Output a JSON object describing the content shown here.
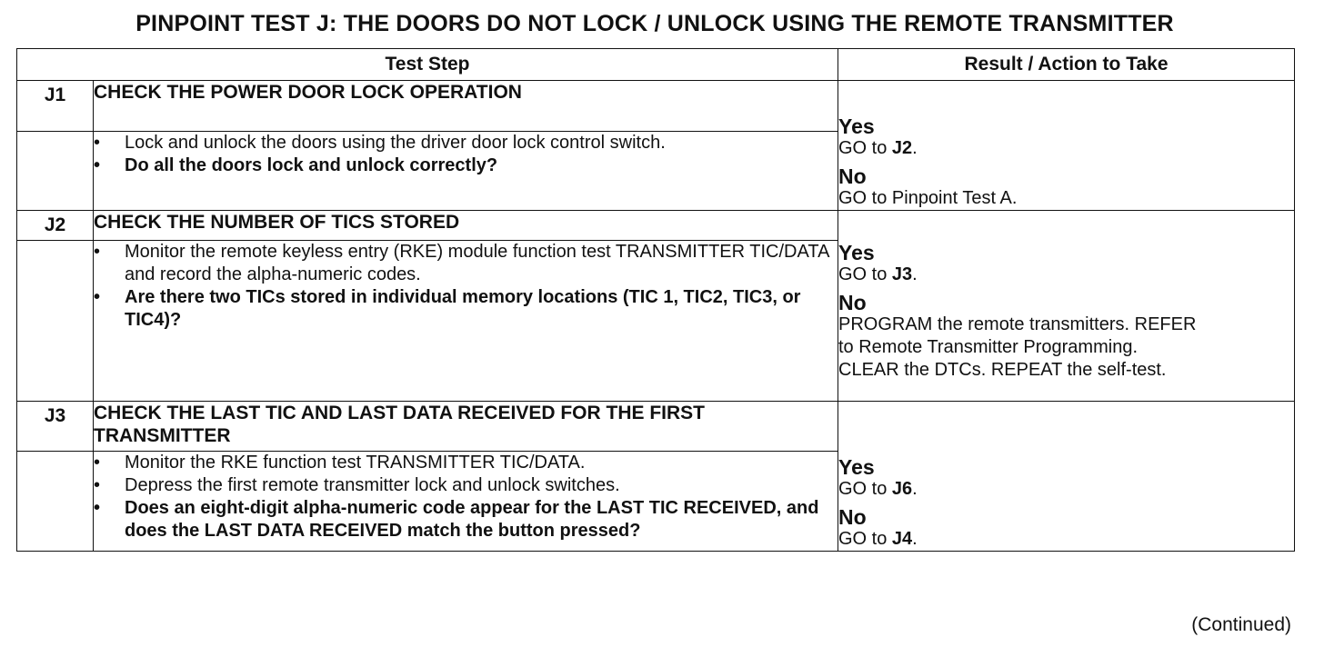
{
  "title": "PINPOINT TEST J: THE DOORS DO NOT LOCK / UNLOCK USING THE REMOTE TRANSMITTER",
  "headers": {
    "step": "Test Step",
    "result": "Result / Action to Take"
  },
  "steps": [
    {
      "id": "J1",
      "heading": "CHECK THE POWER DOOR LOCK OPERATION",
      "actions": [
        "Lock and unlock the doors using the driver door lock control switch."
      ],
      "question": "Do all the doors lock and unlock correctly?",
      "yes_label": "Yes",
      "yes_prefix": "GO to ",
      "yes_target": "J2",
      "yes_suffix": ".",
      "no_label": "No",
      "no_text": "GO to Pinpoint Test A."
    },
    {
      "id": "J2",
      "heading": "CHECK THE NUMBER OF TICS STORED",
      "actions": [
        "Monitor the remote keyless entry (RKE) module function test TRANSMITTER TIC/DATA and record the alpha-numeric codes."
      ],
      "question": "Are there two TICs stored in individual memory locations (TIC 1, TIC2, TIC3, or TIC4)?",
      "yes_label": "Yes",
      "yes_prefix": "GO to ",
      "yes_target": "J3",
      "yes_suffix": ".",
      "no_label": "No",
      "no_text": "PROGRAM the remote transmitters. REFER to Remote Transmitter Programming. CLEAR the DTCs. REPEAT the self-test."
    },
    {
      "id": "J3",
      "heading": "CHECK THE LAST TIC AND LAST DATA RECEIVED FOR THE FIRST TRANSMITTER",
      "actions": [
        "Monitor the RKE function test TRANSMITTER TIC/DATA.",
        "Depress the first remote transmitter lock and unlock switches."
      ],
      "question": "Does an eight-digit alpha-numeric code appear for the LAST TIC RECEIVED, and does the LAST DATA RECEIVED match the button pressed?",
      "yes_label": "Yes",
      "yes_prefix": "GO to ",
      "yes_target": "J6",
      "yes_suffix": ".",
      "no_label": "No",
      "no_prefix": "GO to ",
      "no_target": "J4",
      "no_suffix": "."
    }
  ],
  "footer": "(Continued)"
}
